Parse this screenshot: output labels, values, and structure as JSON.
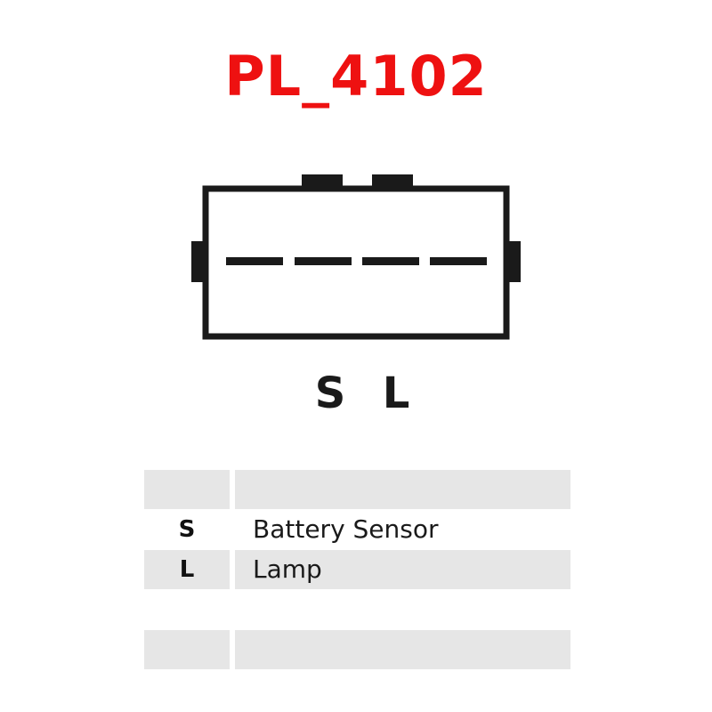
{
  "title": {
    "text": "PL_4102",
    "color": "#ee1111"
  },
  "connector": {
    "pins": [
      "S",
      "L"
    ],
    "stroke_color": "#1a1a1a"
  },
  "table": {
    "rows": [
      {
        "key": "",
        "description": "",
        "shaded": true
      },
      {
        "key": "S",
        "description": "Battery Sensor",
        "shaded": false
      },
      {
        "key": "L",
        "description": "Lamp",
        "shaded": true
      },
      {
        "key": "",
        "description": "",
        "shaded": false
      },
      {
        "key": "",
        "description": "",
        "shaded": true
      }
    ]
  }
}
